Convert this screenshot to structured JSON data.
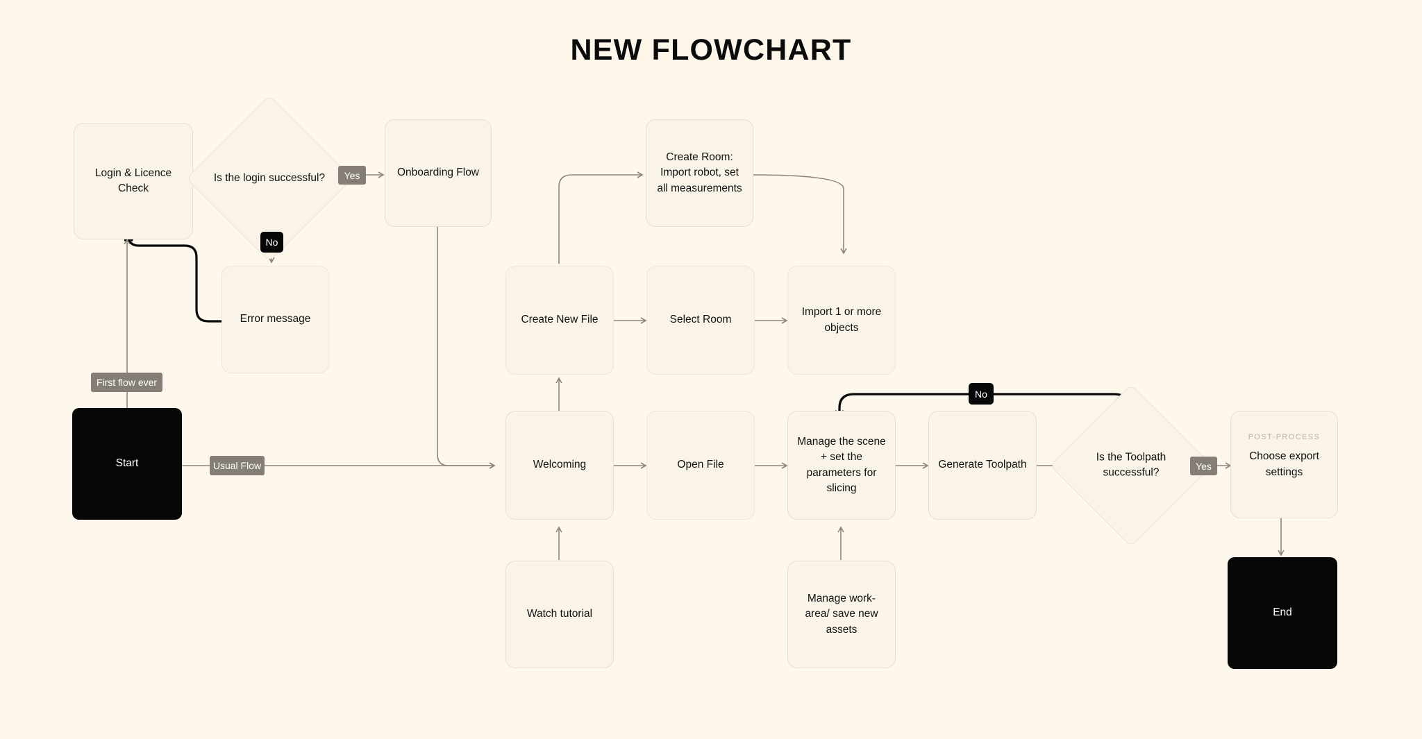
{
  "title": "NEW FLOWCHART",
  "colors": {
    "page_background": "#fdf6e9",
    "canvas_background": "#fdf7ec",
    "node_fill": "#faf3e8",
    "node_border": "#e7ded0",
    "node_border_pink": "#f2e2e0",
    "terminal_fill": "#070707",
    "terminal_text": "#ffffff",
    "badge_grey": "#847e76",
    "badge_dark": "#070707",
    "connector_grey": "#8b857c",
    "connector_black": "#0a0a0a",
    "eyebrow_text": "#b9b2a6",
    "text": "#111111"
  },
  "nodes": {
    "login_check": {
      "label": "Login & Licence Check",
      "type": "process"
    },
    "login_decision": {
      "label": "Is the login successful?",
      "type": "decision"
    },
    "onboarding_flow": {
      "label": "Onboarding Flow",
      "type": "process"
    },
    "error_message": {
      "label": "Error message",
      "type": "process"
    },
    "start": {
      "label": "Start",
      "type": "terminal"
    },
    "create_room": {
      "label": "Create Room: Import robot, set all measurements",
      "type": "process"
    },
    "create_new_file": {
      "label": "Create New File",
      "type": "process"
    },
    "select_room": {
      "label": "Select Room",
      "type": "process"
    },
    "import_objects": {
      "label": "Import 1 or more objects",
      "type": "process"
    },
    "welcoming": {
      "label": "Welcoming",
      "type": "process"
    },
    "open_file": {
      "label": "Open File",
      "type": "process"
    },
    "manage_scene": {
      "label": "Manage the scene + set the parameters for slicing",
      "type": "process"
    },
    "generate_toolpath": {
      "label": "Generate Toolpath",
      "type": "process"
    },
    "toolpath_decision": {
      "label": "Is the Toolpath successful?",
      "type": "decision"
    },
    "choose_export": {
      "label": "Choose export settings",
      "eyebrow": "POST-PROCESS",
      "type": "process"
    },
    "watch_tutorial": {
      "label": "Watch tutorial",
      "type": "process"
    },
    "manage_workarea": {
      "label": "Manage work-area/ save new assets",
      "type": "process"
    },
    "end": {
      "label": "End",
      "type": "terminal"
    }
  },
  "edge_labels": {
    "login_yes": "Yes",
    "login_no": "No",
    "first_flow_ever": "First flow ever",
    "usual_flow": "Usual Flow",
    "toolpath_no": "No",
    "toolpath_yes": "Yes"
  },
  "edges": [
    {
      "from": "login_check",
      "to": "login_decision",
      "label": ""
    },
    {
      "from": "login_decision",
      "to": "onboarding_flow",
      "label": "Yes"
    },
    {
      "from": "login_decision",
      "to": "error_message",
      "label": "No"
    },
    {
      "from": "error_message",
      "to": "login_check",
      "label": ""
    },
    {
      "from": "start",
      "to": "login_check",
      "label": "First flow ever"
    },
    {
      "from": "start",
      "to": "welcoming",
      "label": "Usual Flow"
    },
    {
      "from": "onboarding_flow",
      "to": "welcoming",
      "label": ""
    },
    {
      "from": "create_new_file",
      "to": "create_room",
      "label": ""
    },
    {
      "from": "create_room",
      "to": "import_objects",
      "label": ""
    },
    {
      "from": "create_new_file",
      "to": "select_room",
      "label": ""
    },
    {
      "from": "select_room",
      "to": "import_objects",
      "label": ""
    },
    {
      "from": "import_objects",
      "to": "manage_scene",
      "label": ""
    },
    {
      "from": "welcoming",
      "to": "create_new_file",
      "label": ""
    },
    {
      "from": "welcoming",
      "to": "open_file",
      "label": ""
    },
    {
      "from": "open_file",
      "to": "manage_scene",
      "label": ""
    },
    {
      "from": "watch_tutorial",
      "to": "welcoming",
      "label": ""
    },
    {
      "from": "manage_workarea",
      "to": "manage_scene",
      "label": ""
    },
    {
      "from": "manage_scene",
      "to": "generate_toolpath",
      "label": ""
    },
    {
      "from": "generate_toolpath",
      "to": "toolpath_decision",
      "label": ""
    },
    {
      "from": "toolpath_decision",
      "to": "manage_scene",
      "label": "No"
    },
    {
      "from": "toolpath_decision",
      "to": "choose_export",
      "label": "Yes"
    },
    {
      "from": "choose_export",
      "to": "end",
      "label": ""
    }
  ]
}
